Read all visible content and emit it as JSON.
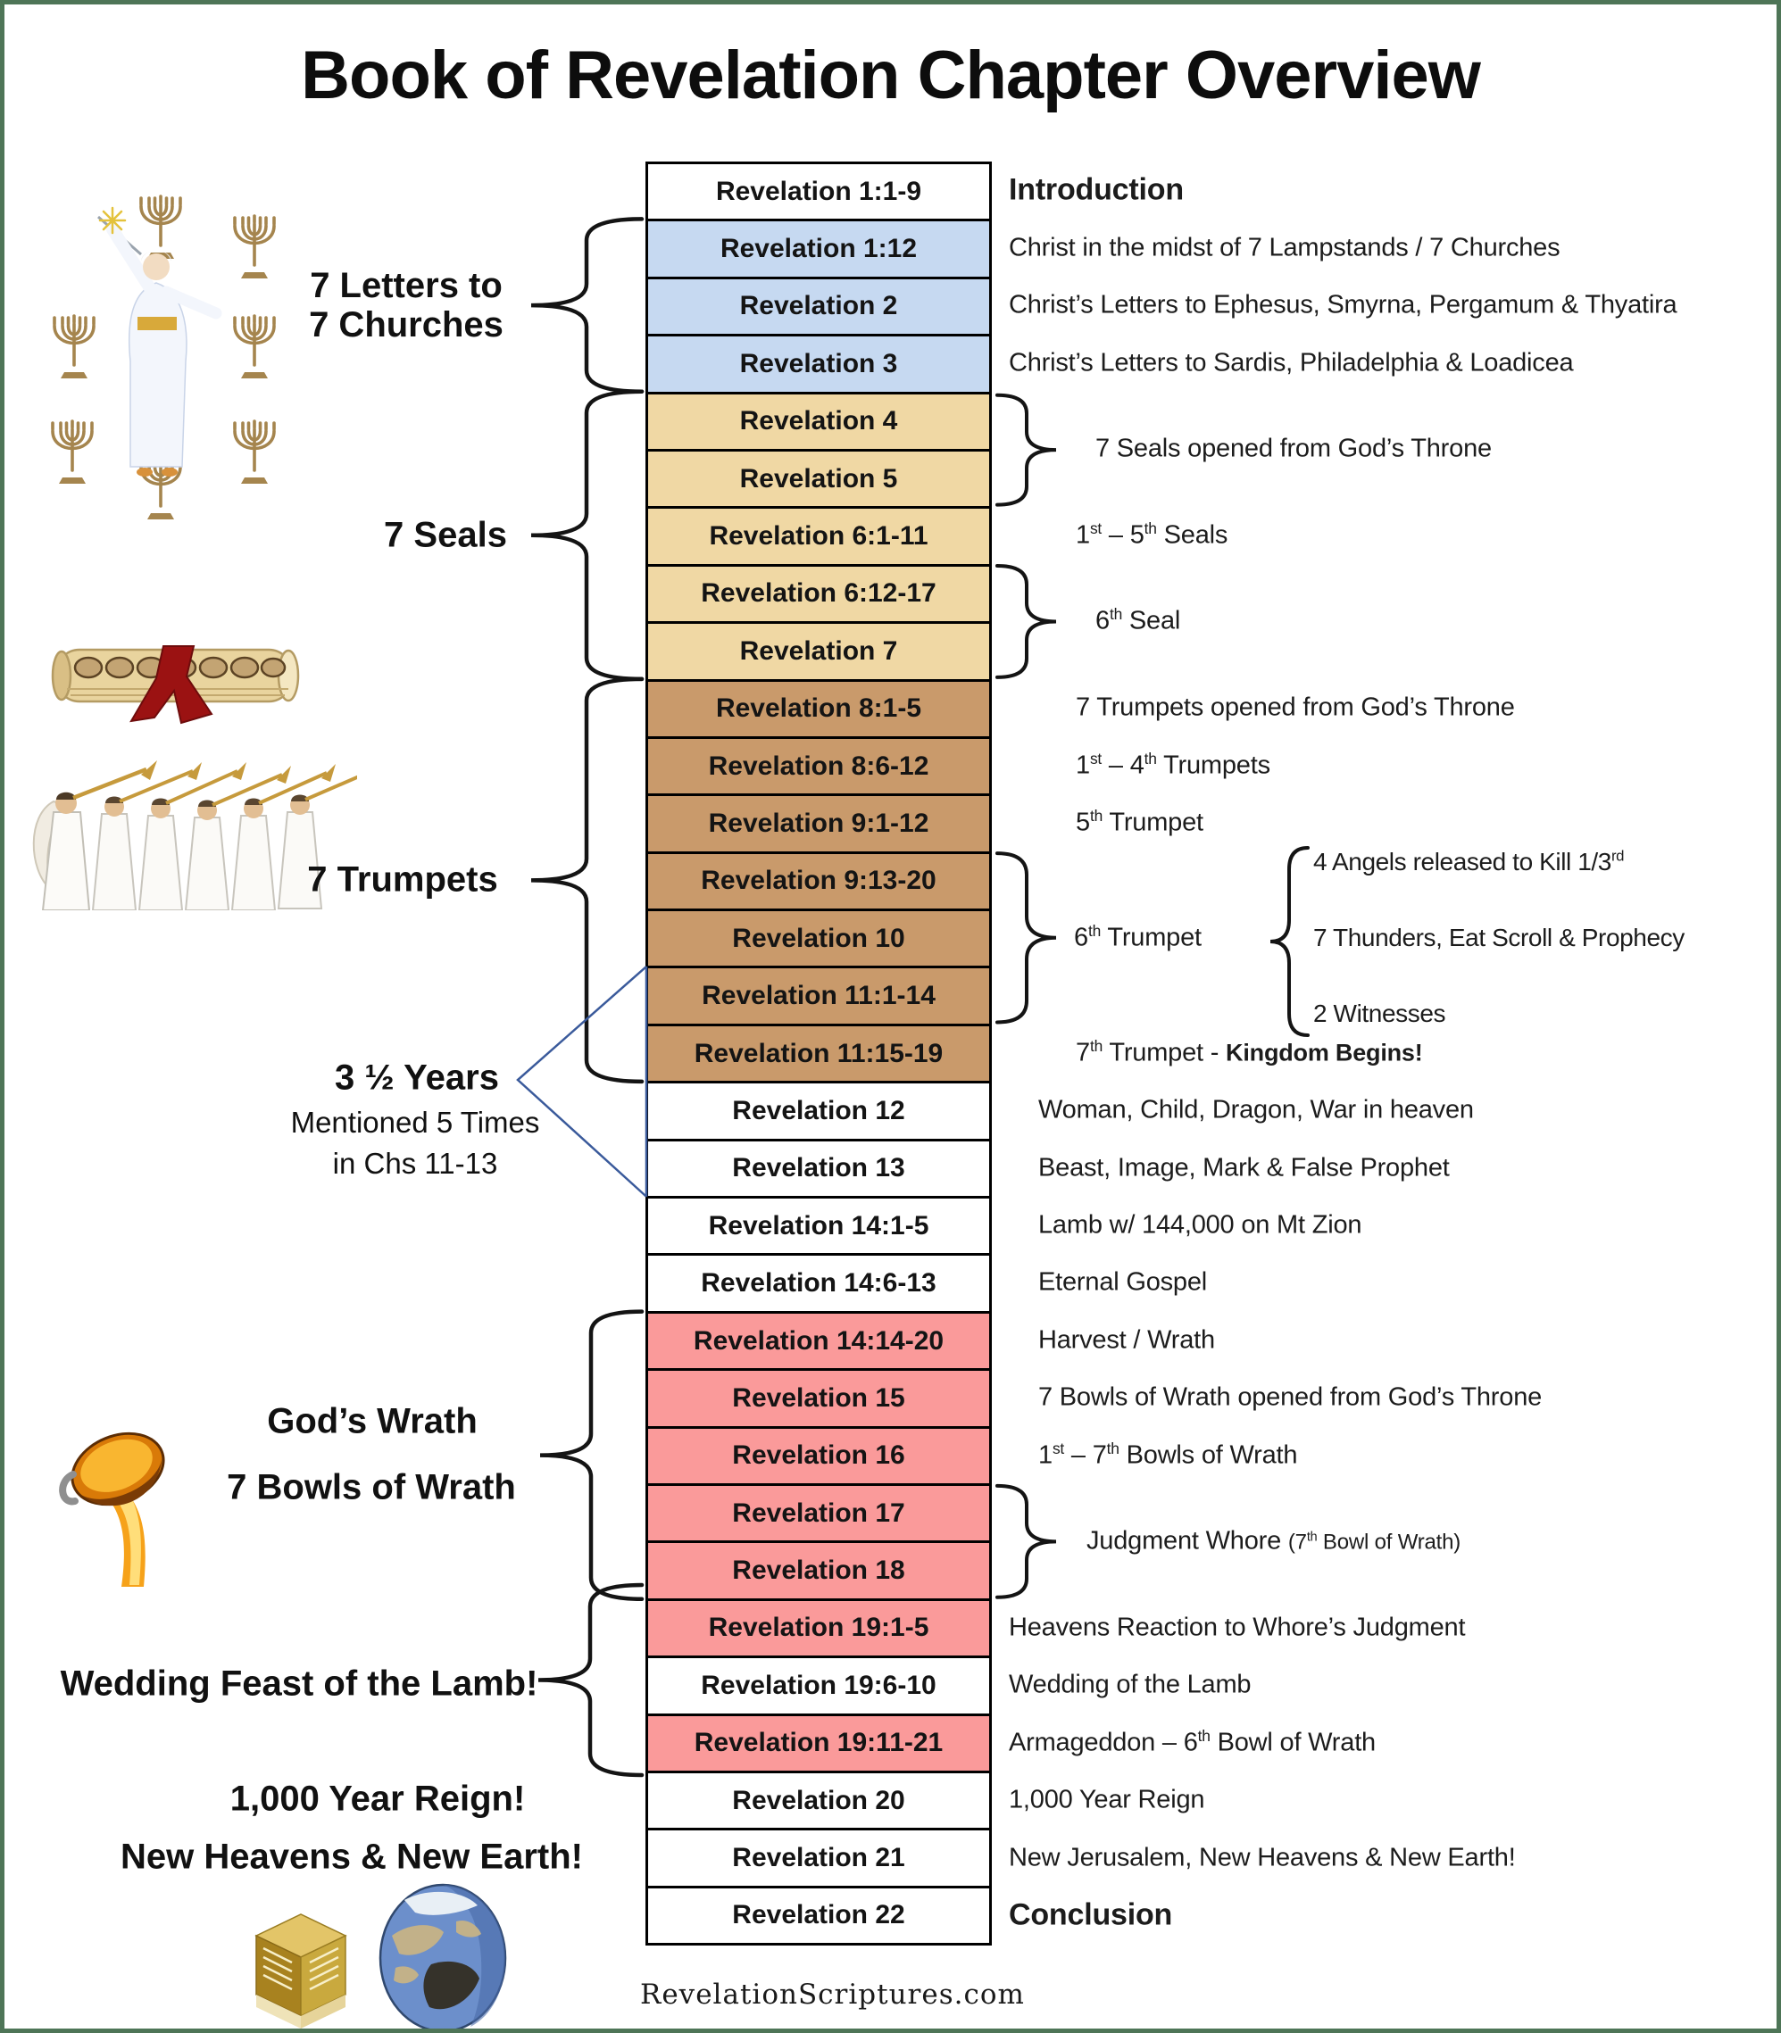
{
  "title": "Book of Revelation Chapter Overview",
  "colors": {
    "row_blue": "#C6D9F1",
    "row_wheat": "#F0D8A4",
    "row_brown": "#C99A6B",
    "row_pink": "#FA9A9A",
    "row_white": "#FFFFFF",
    "border_black": "#000000",
    "connector_blue": "#3A5A9B",
    "frame_green": "#4E7557",
    "gold": "#C69A3C"
  },
  "left_labels": {
    "letters_line1": "7 Letters to",
    "letters_line2": "7 Churches",
    "seals": "7 Seals",
    "trumpets": "7 Trumpets",
    "years_title": "3 ½ Years",
    "years_sub1": "Mentioned 5 Times",
    "years_sub2": "in Chs 11-13",
    "wrath_line1": "God’s Wrath",
    "wrath_line2": "7 Bowls of Wrath",
    "wedding": "Wedding Feast of the Lamb!",
    "reign": "1,000 Year Reign!",
    "new_earth": "New Heavens & New Earth!"
  },
  "icons": {
    "lampstands": "christ-among-seven-lampstands-icon",
    "scroll": "sealed-scroll-icon",
    "trumpeters": "seven-trumpet-angels-icon",
    "bowl": "pouring-bowl-of-wrath-icon",
    "cube": "new-jerusalem-cube-icon",
    "globe": "earth-globe-icon"
  },
  "rows": [
    {
      "ref": "Revelation 1:1-9",
      "color": "white",
      "desc": "Introduction"
    },
    {
      "ref": "Revelation 1:12",
      "color": "blue",
      "desc": "Christ in the midst of 7 Lampstands / 7 Churches"
    },
    {
      "ref": "Revelation 2",
      "color": "blue",
      "desc": "Christ’s Letters to Ephesus, Smyrna, Pergamum & Thyatira"
    },
    {
      "ref": "Revelation 3",
      "color": "blue",
      "desc": "Christ’s Letters to Sardis, Philadelphia & Loadicea"
    },
    {
      "ref": "Revelation 4",
      "color": "wheat"
    },
    {
      "ref": "Revelation 5",
      "color": "wheat"
    },
    {
      "ref": "Revelation 6:1-11",
      "color": "wheat",
      "desc": "1^st^ – 5^th^ Seals"
    },
    {
      "ref": "Revelation 6:12-17",
      "color": "wheat"
    },
    {
      "ref": "Revelation 7",
      "color": "wheat"
    },
    {
      "ref": "Revelation 8:1-5",
      "color": "brown",
      "desc": "7 Trumpets opened from God’s Throne"
    },
    {
      "ref": "Revelation 8:6-12",
      "color": "brown",
      "desc": "1^st^ – 4^th^ Trumpets"
    },
    {
      "ref": "Revelation 9:1-12",
      "color": "brown",
      "desc": "5^th^ Trumpet"
    },
    {
      "ref": "Revelation 9:13-20",
      "color": "brown"
    },
    {
      "ref": "Revelation 10",
      "color": "brown"
    },
    {
      "ref": "Revelation 11:1-14",
      "color": "brown"
    },
    {
      "ref": "Revelation 11:15-19",
      "color": "brown",
      "desc": "7^th^ Trumpet - ",
      "note": "Kingdom Begins!"
    },
    {
      "ref": "Revelation 12",
      "color": "white",
      "desc": "Woman, Child, Dragon, War in heaven"
    },
    {
      "ref": "Revelation 13",
      "color": "white",
      "desc": "Beast, Image, Mark & False Prophet"
    },
    {
      "ref": "Revelation 14:1-5",
      "color": "white",
      "desc": "Lamb w/ 144,000 on Mt Zion"
    },
    {
      "ref": "Revelation 14:6-13",
      "color": "white",
      "desc": "Eternal Gospel"
    },
    {
      "ref": "Revelation 14:14-20",
      "color": "pink",
      "desc": "Harvest / Wrath"
    },
    {
      "ref": "Revelation 15",
      "color": "pink",
      "desc": "7 Bowls of Wrath opened from God’s Throne"
    },
    {
      "ref": "Revelation 16",
      "color": "pink",
      "desc": "1^st^ – 7^th^ Bowls of Wrath"
    },
    {
      "ref": "Revelation 17",
      "color": "pink"
    },
    {
      "ref": "Revelation 18",
      "color": "pink"
    },
    {
      "ref": "Revelation 19:1-5",
      "color": "pink",
      "desc": "Heavens Reaction to Whore’s Judgment"
    },
    {
      "ref": "Revelation 19:6-10",
      "color": "white",
      "desc": "Wedding of the Lamb"
    },
    {
      "ref": "Revelation 19:11-21",
      "color": "pink",
      "desc": "Armageddon – 6^th^ Bowl of Wrath"
    },
    {
      "ref": "Revelation 20",
      "color": "white",
      "desc": "1,000 Year Reign"
    },
    {
      "ref": "Revelation 21",
      "color": "white",
      "desc": "New Jerusalem, New Heavens & New Earth!"
    },
    {
      "ref": "Revelation 22",
      "color": "white",
      "desc": "Conclusion"
    }
  ],
  "annotations": {
    "seals_opened": "7 Seals opened from God’s Throne",
    "sixth_seal": "6^th^ Seal",
    "sixth_trumpet": "6^th^ Trumpet",
    "trumpet_details": [
      "4 Angels released to Kill 1/3^rd^",
      "7 Thunders, Eat Scroll & Prophecy",
      "2 Witnesses"
    ],
    "judgment_main": "Judgment Whore ",
    "judgment_note": "(7^th^ Bowl of Wrath)"
  },
  "footer": {
    "site": "RevelationScriptures.com"
  }
}
